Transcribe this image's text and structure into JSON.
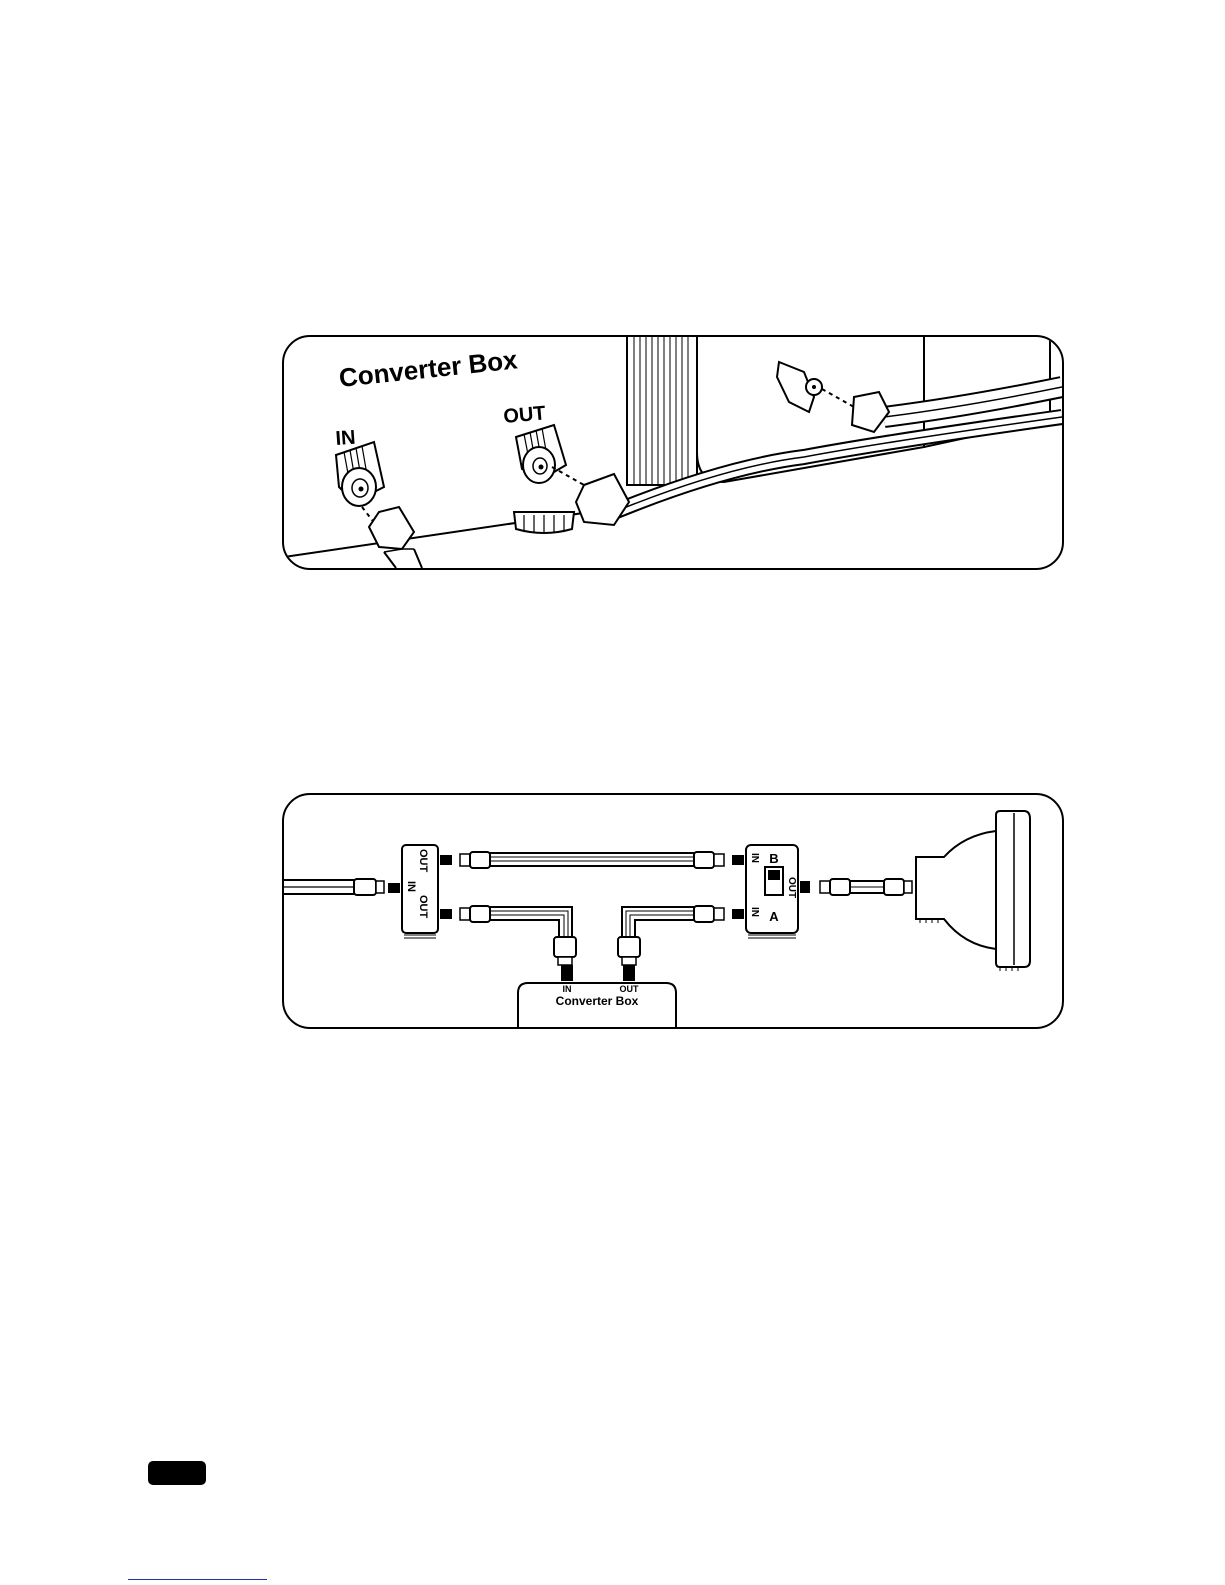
{
  "figure_top": {
    "title": "Converter Box",
    "in_label": "IN",
    "out_label": "OUT"
  },
  "figure_bottom": {
    "splitter_left_labels": [
      "OUT",
      "IN",
      "OUT"
    ],
    "switch_labels": {
      "in_top": "IN",
      "in_bottom": "IN",
      "out": "OUT",
      "b": "B",
      "a": "A"
    },
    "converter_in": "IN",
    "converter_out": "OUT",
    "converter_title": "Converter Box"
  },
  "colors": {
    "ink": "#000000",
    "paper": "#ffffff",
    "footer_rule": "#2233aa"
  }
}
